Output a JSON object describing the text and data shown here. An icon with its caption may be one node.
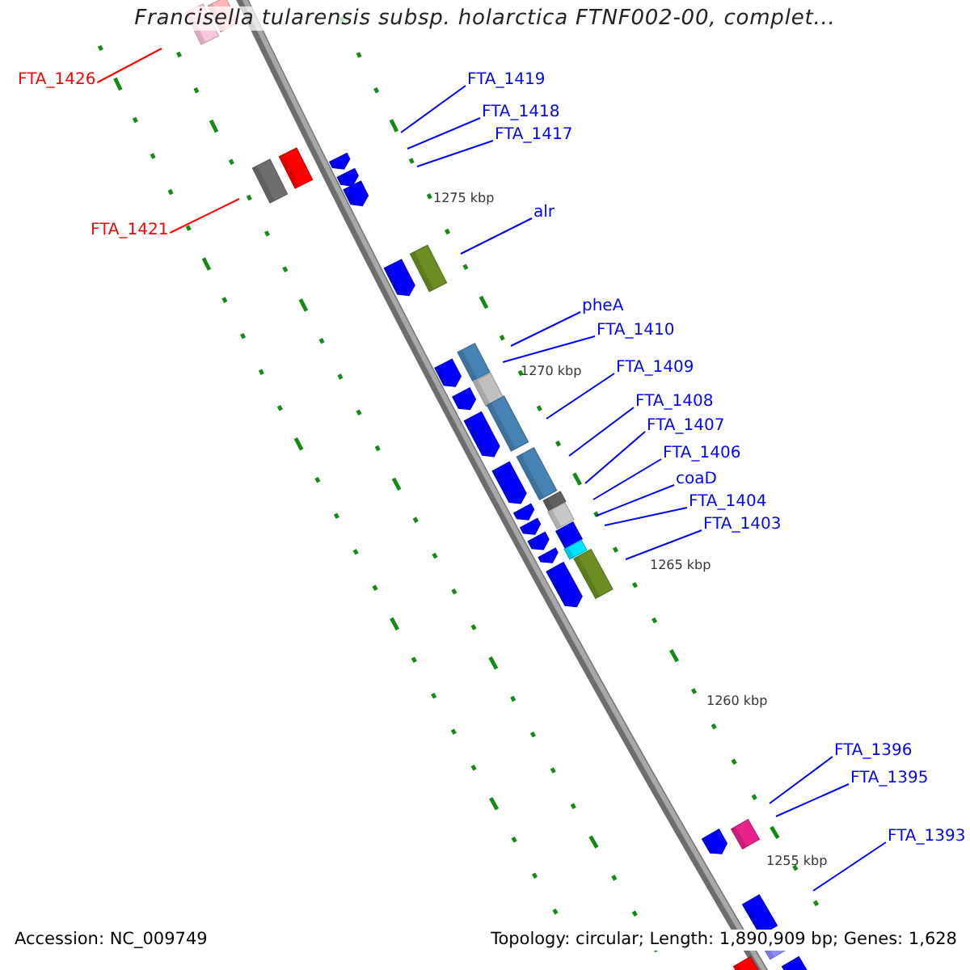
{
  "diagram": {
    "title": "Francisella tularensis subsp. holarctica FTNF002-00, complet...",
    "nodes": [
      {
        "text": [
          "FTA_1426"
        ]
      },
      {
        "text": [
          "FTA_1419"
        ]
      },
      {
        "text": [
          "FTA_1418"
        ]
      },
      {
        "text": [
          "FTA_1417"
        ]
      },
      {
        "text": [
          "FTA_1421"
        ]
      },
      {
        "text": [
          "alr"
        ]
      },
      {
        "text": [
          "pheA"
        ]
      },
      {
        "text": [
          "FTA_1410"
        ]
      },
      {
        "text": [
          "FTA_1409"
        ]
      },
      {
        "text": [
          "FTA_1408"
        ]
      },
      {
        "text": [
          "FTA_1407"
        ]
      },
      {
        "text": [
          "FTA_1406"
        ]
      },
      {
        "text": [
          "coaD"
        ]
      },
      {
        "text": [
          "FTA_1404"
        ]
      },
      {
        "text": [
          "FTA_1403"
        ]
      },
      {
        "text": [
          "FTA_1396"
        ]
      },
      {
        "text": [
          "FTA_1395"
        ]
      },
      {
        "text": [
          "FTA_1393"
        ]
      }
    ],
    "edges": [
      {
        "from": 0,
        "to": null,
        "arrow": "none",
        "color": "#ff0000"
      },
      {
        "from": 1,
        "to": null,
        "arrow": "none"
      },
      {
        "from": 2,
        "to": null,
        "arrow": "none"
      },
      {
        "from": 3,
        "to": null,
        "arrow": "none"
      },
      {
        "from": 4,
        "to": null,
        "arrow": "none",
        "color": "#ff0000"
      },
      {
        "from": 5,
        "to": null,
        "arrow": "none"
      },
      {
        "from": 6,
        "to": null,
        "arrow": "none"
      },
      {
        "from": 7,
        "to": null,
        "arrow": "none"
      },
      {
        "from": 8,
        "to": null,
        "arrow": "none"
      },
      {
        "from": 9,
        "to": null,
        "arrow": "none"
      },
      {
        "from": 10,
        "to": null,
        "arrow": "none"
      },
      {
        "from": 11,
        "to": null,
        "arrow": "none"
      },
      {
        "from": 12,
        "to": null,
        "arrow": "none"
      },
      {
        "from": 13,
        "to": null,
        "arrow": "none"
      },
      {
        "from": 14,
        "to": null,
        "arrow": "none"
      },
      {
        "from": 15,
        "to": null,
        "arrow": "none"
      },
      {
        "from": 16,
        "to": null,
        "arrow": "none"
      },
      {
        "from": 17,
        "to": null,
        "arrow": "none"
      }
    ],
    "labels": [
      "1275 kbp",
      "1270 kbp",
      "1265 kbp",
      "1260 kbp",
      "1255 kbp",
      "Accession: NC_009749",
      "Topology: circular; Length: 1,890,909 bp; Genes: 1,628"
    ]
  }
}
